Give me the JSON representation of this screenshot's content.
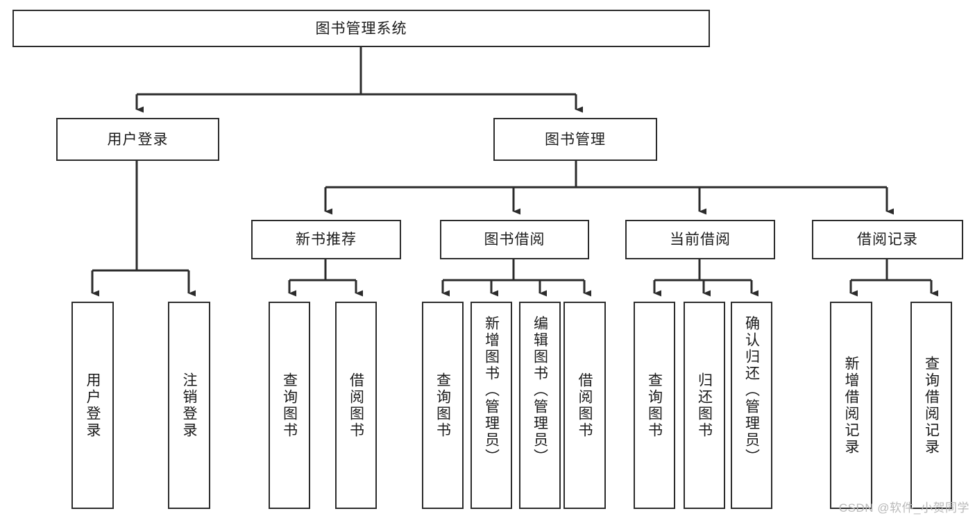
{
  "diagram": {
    "type": "hierarchy-tree",
    "title": "图书管理系统",
    "root": {
      "id": "root",
      "label": "图书管理系统"
    },
    "level2": [
      {
        "id": "user-login",
        "label": "用户登录"
      },
      {
        "id": "book-manage",
        "label": "图书管理"
      }
    ],
    "level3": [
      {
        "id": "new-book-rec",
        "label": "新书推荐",
        "parent": "book-manage"
      },
      {
        "id": "book-borrow",
        "label": "图书借阅",
        "parent": "book-manage"
      },
      {
        "id": "current-borrow",
        "label": "当前借阅",
        "parent": "book-manage"
      },
      {
        "id": "borrow-record",
        "label": "借阅记录",
        "parent": "book-manage"
      }
    ],
    "leaves": {
      "user-login": [
        {
          "id": "leaf-user-login",
          "label": "用户登录"
        },
        {
          "id": "leaf-user-logout",
          "label": "注销登录"
        }
      ],
      "new-book-rec": [
        {
          "id": "leaf-query-book-1",
          "label": "查询图书"
        },
        {
          "id": "leaf-borrow-book-1",
          "label": "借阅图书"
        }
      ],
      "book-borrow": [
        {
          "id": "leaf-query-book-2",
          "label": "查询图书"
        },
        {
          "id": "leaf-add-book",
          "label": "新增图书（管理员）"
        },
        {
          "id": "leaf-edit-book",
          "label": "编辑图书（管理员）"
        },
        {
          "id": "leaf-borrow-book-2",
          "label": "借阅图书"
        }
      ],
      "current-borrow": [
        {
          "id": "leaf-query-book-3",
          "label": "查询图书"
        },
        {
          "id": "leaf-return-book",
          "label": "归还图书"
        },
        {
          "id": "leaf-confirm-return",
          "label": "确认归还（管理员）"
        }
      ],
      "borrow-record": [
        {
          "id": "leaf-add-record",
          "label": "新增借阅记录"
        },
        {
          "id": "leaf-query-record",
          "label": "查询借阅记录"
        }
      ]
    }
  },
  "watermark": {
    "text": "CSDN @软件_小贺同学"
  },
  "colors": {
    "stroke": "#2b2b2b",
    "fill": "#ffffff",
    "text": "#1a1a1a",
    "watermark": "#b9b9b9"
  }
}
